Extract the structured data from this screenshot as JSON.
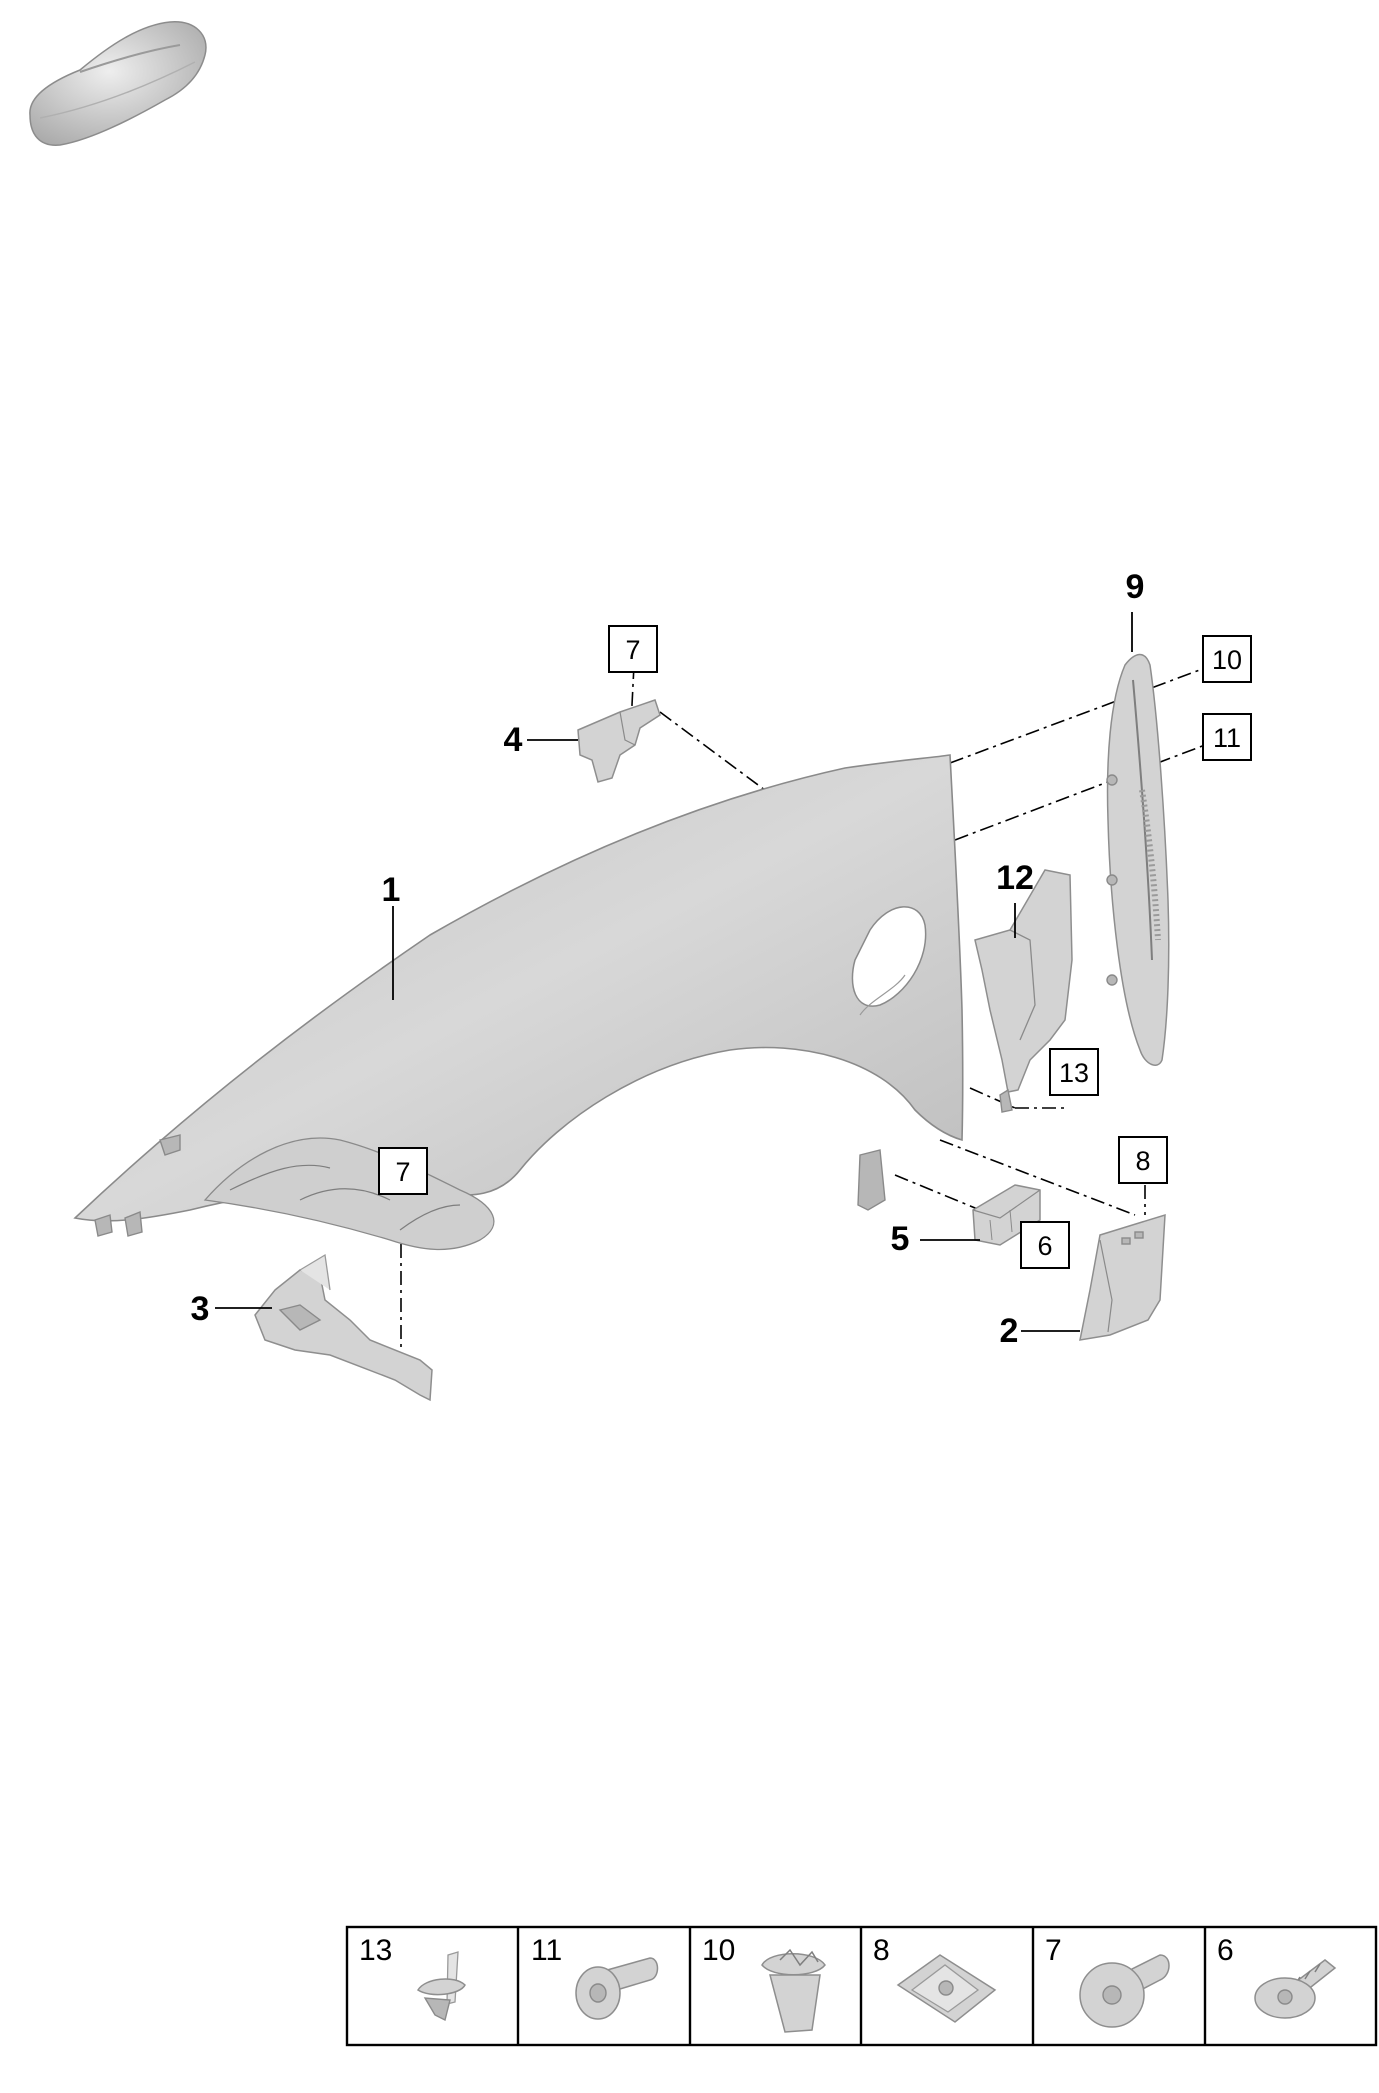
{
  "callouts": {
    "c1": "1",
    "c2": "2",
    "c3": "3",
    "c4": "4",
    "c5": "5",
    "c9": "9",
    "c12": "12"
  },
  "boxed_callouts": {
    "b7_top": "7",
    "b7_bottom": "7",
    "b10": "10",
    "b11": "11",
    "b13": "13",
    "b8": "8",
    "b6": "6"
  },
  "hardware_table": {
    "cells": [
      {
        "number": "13",
        "icon": "clip-rivet-icon"
      },
      {
        "number": "11",
        "icon": "flange-bolt-icon"
      },
      {
        "number": "10",
        "icon": "plastic-nut-icon"
      },
      {
        "number": "8",
        "icon": "speed-nut-icon"
      },
      {
        "number": "7",
        "icon": "torx-bolt-icon"
      },
      {
        "number": "6",
        "icon": "tapping-screw-icon"
      }
    ]
  },
  "colors": {
    "part_fill": "#d3d3d3",
    "part_stroke": "#8e8e8e",
    "line": "#000000"
  }
}
